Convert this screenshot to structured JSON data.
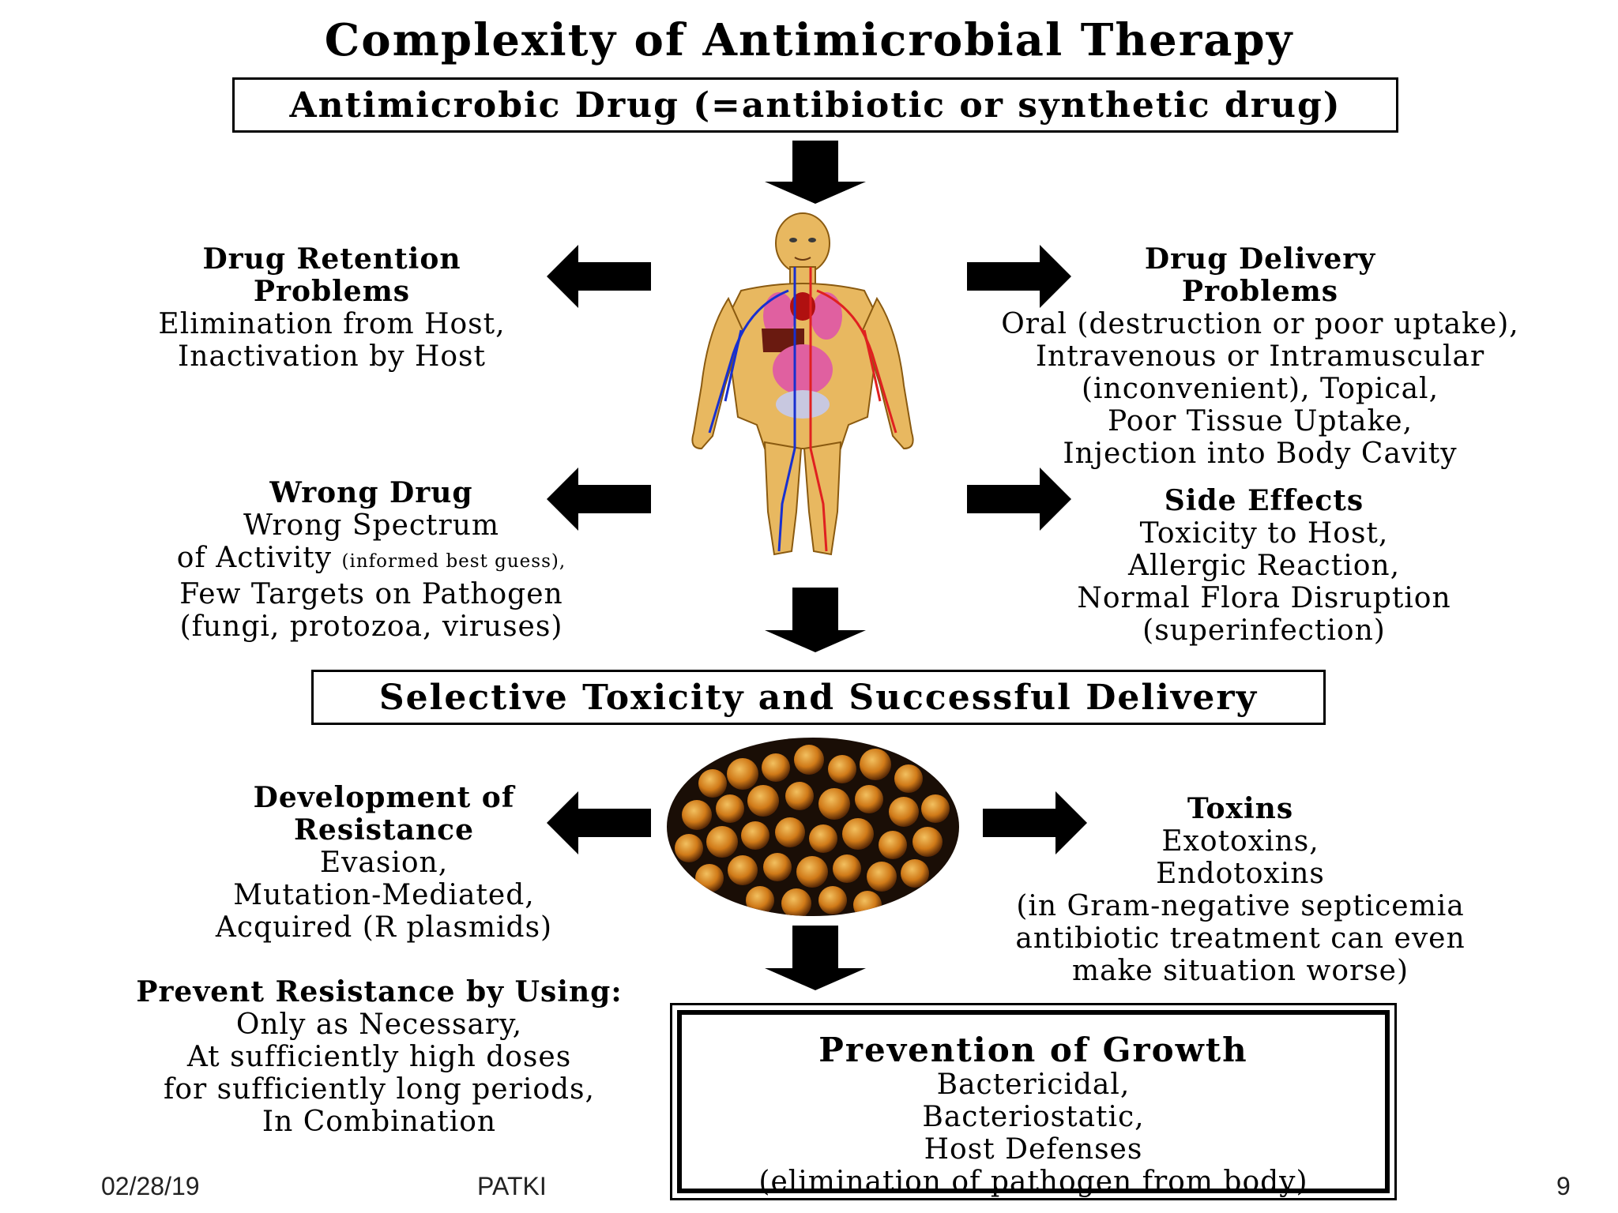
{
  "title": "Complexity of Antimicrobial Therapy",
  "top_box": "Antimicrobic Drug (=antibiotic or synthetic drug)",
  "retention": {
    "heading": [
      "Drug Retention",
      "Problems"
    ],
    "lines": [
      "Elimination from Host,",
      "Inactivation by Host"
    ]
  },
  "delivery": {
    "heading": [
      "Drug Delivery",
      "Problems"
    ],
    "lines": [
      "Oral (destruction or poor uptake),",
      "Intravenous or Intramuscular",
      "(inconvenient), Topical,",
      "Poor Tissue Uptake,",
      "Injection into Body Cavity"
    ]
  },
  "wrong_drug": {
    "heading": "Wrong Drug",
    "line1": "Wrong Spectrum",
    "line2_main": "of Activity",
    "line2_small": "(informed best guess),",
    "line3": "Few Targets on Pathogen",
    "line4": "(fungi, protozoa, viruses)"
  },
  "side_effects": {
    "heading": "Side Effects",
    "lines": [
      "Toxicity to Host,",
      "Allergic Reaction,",
      "Normal Flora Disruption",
      "(superinfection)"
    ]
  },
  "middle_box": "Selective Toxicity and Successful Delivery",
  "resistance": {
    "heading": [
      "Development of",
      "Resistance"
    ],
    "lines": [
      "Evasion,",
      "Mutation-Mediated,",
      "Acquired (R plasmids)"
    ]
  },
  "toxins": {
    "heading": "Toxins",
    "lines": [
      "Exotoxins,",
      "Endotoxins",
      "(in Gram-negative septicemia",
      "antibiotic treatment can even",
      "make situation worse)"
    ]
  },
  "prevent": {
    "heading": "Prevent Resistance by Using:",
    "lines": [
      "Only as Necessary,",
      "At sufficiently high doses",
      "for sufficiently long periods,",
      "In Combination"
    ]
  },
  "growth": {
    "heading": "Prevention of Growth",
    "lines": [
      "Bactericidal,",
      "Bacteriostatic,",
      "Host Defenses",
      "(elimination of pathogen from body)"
    ]
  },
  "footer": {
    "date": "02/28/19",
    "author": "PATKI",
    "page": "9"
  },
  "colors": {
    "skin": "#e8b860",
    "vein": "#1830d0",
    "artery": "#e02020",
    "lung": "#e060a0",
    "bacteria": "#d07a18"
  }
}
